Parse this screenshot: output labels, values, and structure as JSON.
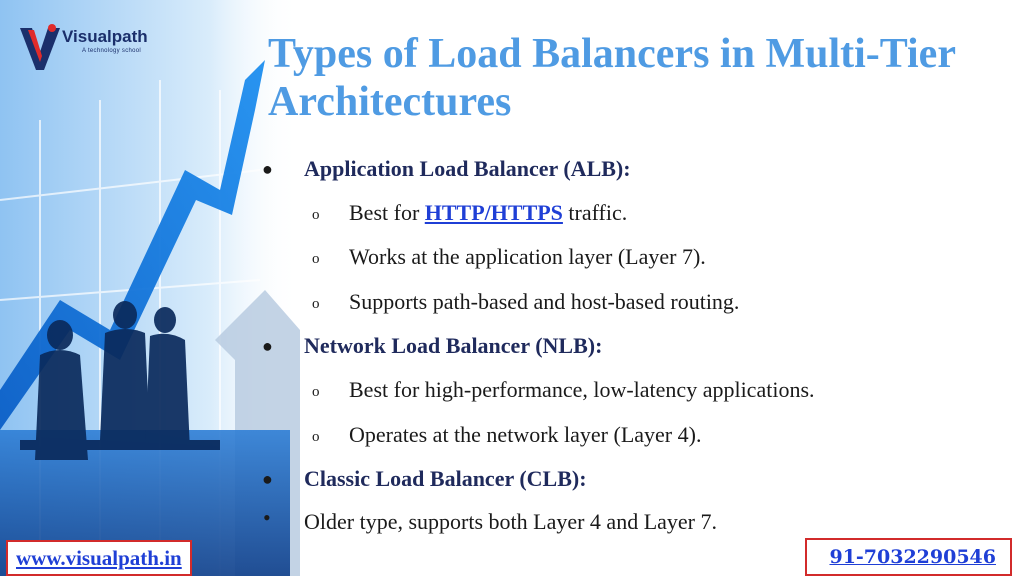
{
  "logo": {
    "name": "Visualpath",
    "tagline": "A technology school"
  },
  "title": "Types of Load Balancers in Multi-Tier Architectures",
  "bullets": {
    "alb": {
      "heading": "Application Load Balancer (ALB):",
      "items": [
        {
          "prefix": "Best for ",
          "link": "HTTP/HTTPS",
          "suffix": " traffic."
        },
        {
          "text": "Works at the application layer (Layer 7)."
        },
        {
          "text": "Supports path-based and host-based routing."
        }
      ]
    },
    "nlb": {
      "heading": "Network Load Balancer (NLB):",
      "items": [
        {
          "text": "Best for high-performance, low-latency applications."
        },
        {
          "text": "Operates at the network layer (Layer 4)."
        }
      ]
    },
    "clb": {
      "heading": "Classic Load Balancer (CLB):",
      "items": [
        {
          "text": "Older type, supports both Layer 4 and Layer 7."
        }
      ]
    }
  },
  "footer": {
    "website": "www.visualpath.in",
    "phone": "91-7032290546"
  },
  "colors": {
    "title": "#4f9be3",
    "heading": "#1f2a5c",
    "link": "#1f3fd6",
    "footer_border": "#d22b2b"
  }
}
